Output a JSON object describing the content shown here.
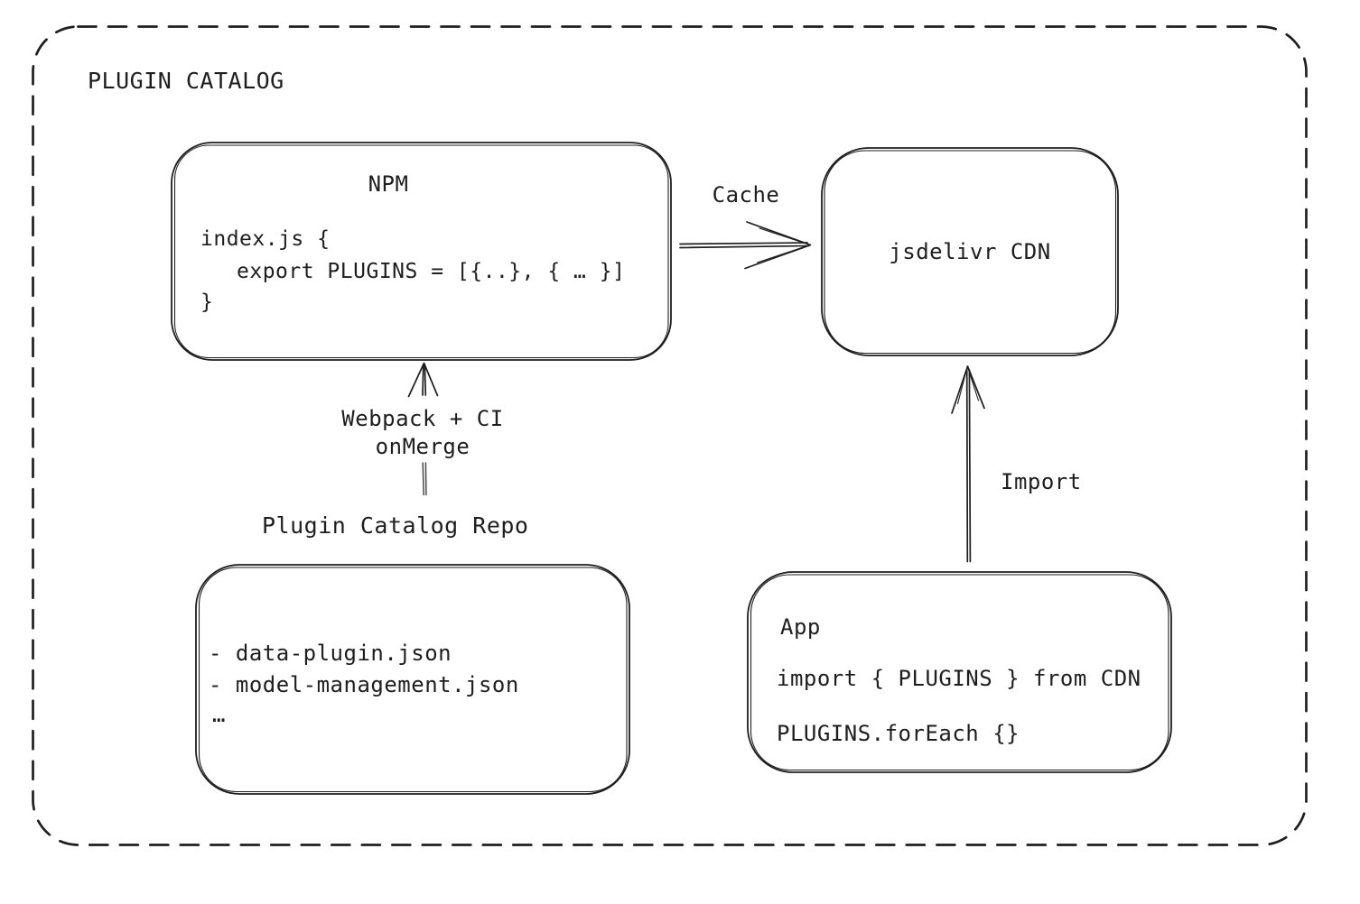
{
  "colors": {
    "ink": "#1e1e1e",
    "muted_ink": "#4a4a4a",
    "background": "#ffffff"
  },
  "catalog": {
    "title": "PLUGIN CATALOG"
  },
  "nodes": {
    "npm": {
      "title": "NPM",
      "code": [
        "index.js {",
        "export PLUGINS = [{..}, { … }]",
        "}"
      ]
    },
    "cdn": {
      "title": "jsdelivr CDN"
    },
    "repo": {
      "title": "Plugin Catalog Repo",
      "files": [
        "- data-plugin.json",
        "- model-management.json",
        "…"
      ]
    },
    "app": {
      "title": "App",
      "code": [
        "import { PLUGINS } from CDN",
        "PLUGINS.forEach {}"
      ]
    }
  },
  "edges": {
    "cache": {
      "label": "Cache",
      "from": "NPM",
      "to": "jsdelivr CDN"
    },
    "build": {
      "label_lines": [
        "Webpack + CI",
        "onMerge"
      ],
      "from": "Plugin Catalog Repo",
      "to": "NPM"
    },
    "import": {
      "label": "Import",
      "from": "App",
      "to": "jsdelivr CDN"
    }
  }
}
